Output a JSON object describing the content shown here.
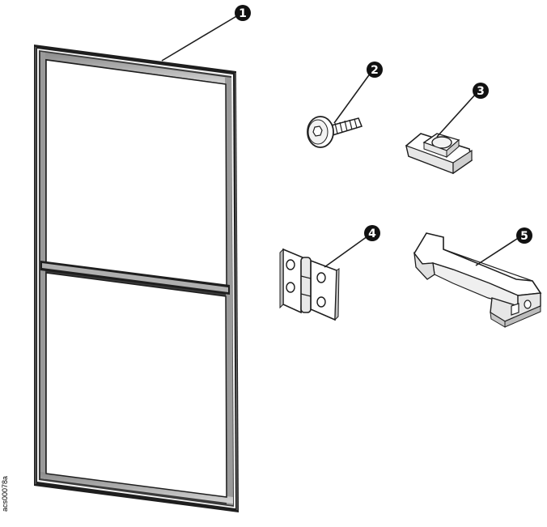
{
  "callouts": [
    {
      "id": "1",
      "label": "1"
    },
    {
      "id": "2",
      "label": "2"
    },
    {
      "id": "3",
      "label": "3"
    },
    {
      "id": "4",
      "label": "4"
    },
    {
      "id": "5",
      "label": "5"
    }
  ],
  "reference_code": "acs00078a"
}
